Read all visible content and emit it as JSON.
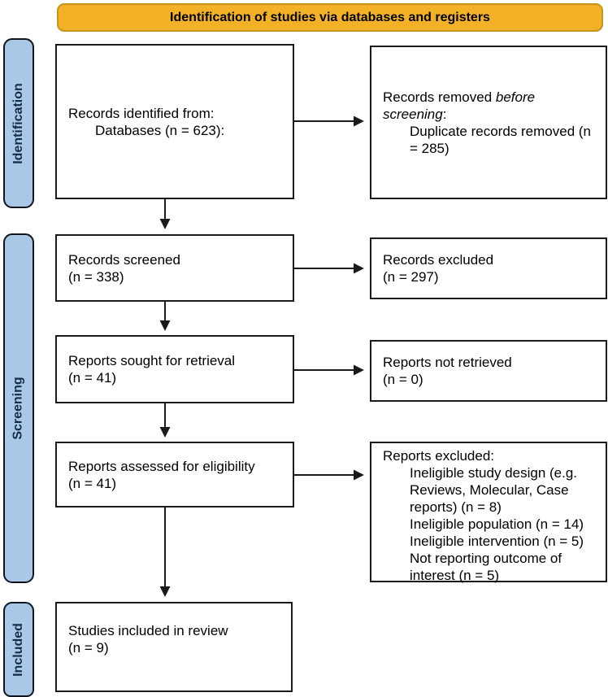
{
  "banner": {
    "label": "Identification of studies via databases and registers"
  },
  "sidebar": {
    "stages": [
      {
        "label": "Identification"
      },
      {
        "label": "Screening"
      },
      {
        "label": "Included"
      }
    ]
  },
  "flow": {
    "identified": {
      "line1": "Records identified from:",
      "line2": "Databases (n = 623):"
    },
    "removed": {
      "line1_prefix": "Records removed ",
      "line1_italic": "before",
      "line2_italic": "screening",
      "line2_suffix": ":",
      "item": "Duplicate records removed (n = 285)"
    },
    "screened": {
      "line1": "Records screened",
      "line2": "(n = 338)"
    },
    "records_excluded": {
      "line1": "Records excluded",
      "line2": "(n = 297)"
    },
    "sought": {
      "line1": "Reports sought for retrieval",
      "line2": "(n = 41)"
    },
    "not_retrieved": {
      "line1": "Reports not retrieved",
      "line2": "(n = 0)"
    },
    "assessed": {
      "line1": "Reports assessed for eligibility",
      "line2": "(n = 41)"
    },
    "reports_excluded": {
      "title": "Reports excluded:",
      "items": [
        "Ineligible study design (e.g. Reviews, Molecular, Case reports) (n = 8)",
        "Ineligible population (n = 14)",
        "Ineligible intervention (n = 5)",
        "Not reporting outcome of interest (n = 5)"
      ]
    },
    "included": {
      "line1": "Studies included in review",
      "line2": "(n = 9)"
    }
  },
  "colors": {
    "banner_fill": "#F2B127",
    "banner_border": "#C5941B",
    "stage_fill": "#A9C8E8",
    "stage_text": "#152a47",
    "box_border": "#1a1a1a",
    "arrow": "#1a1a1a"
  }
}
